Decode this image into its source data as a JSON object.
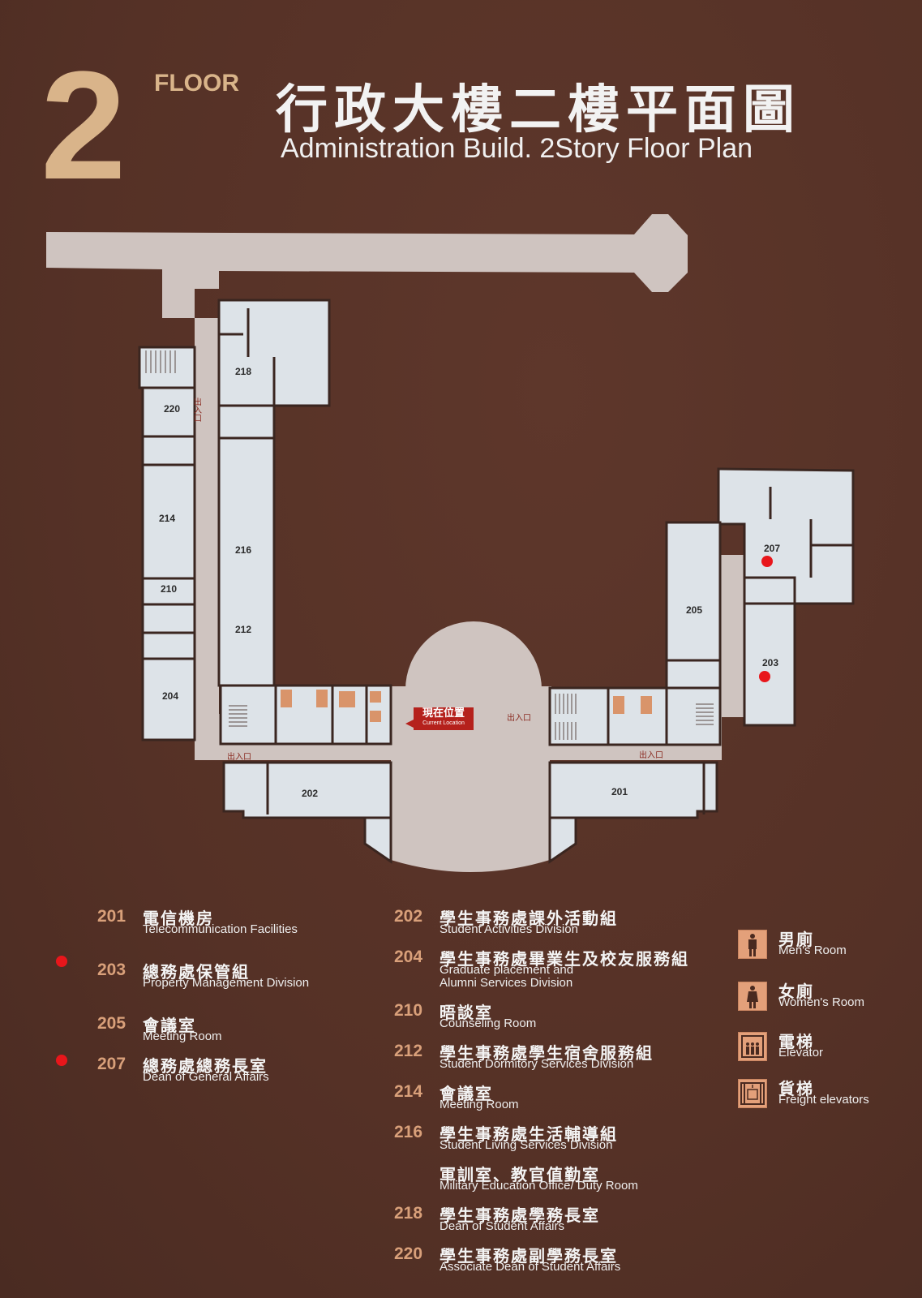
{
  "header": {
    "floor_number": "2",
    "floor_label": "FLOOR",
    "title_zh": "行政大樓二樓平面圖",
    "title_en": "Administration Build. 2Story Floor Plan"
  },
  "map": {
    "rooms": {
      "r201": "201",
      "r202": "202",
      "r203": "203",
      "r204": "204",
      "r205": "205",
      "r207": "207",
      "r210": "210",
      "r212": "212",
      "r214": "214",
      "r216": "216",
      "r218": "218",
      "r220": "220"
    },
    "exit_label": "出入口",
    "current_location": {
      "zh": "現在位置",
      "en": "Current Location"
    },
    "marked_rooms": [
      "203",
      "207"
    ],
    "colors": {
      "background": "#5a3428",
      "room_fill": "#dde3e8",
      "corridor_fill": "#cfc4c0",
      "wall": "#3a2620",
      "marker_red": "#e8161b",
      "current_location": "#b5211c",
      "accent_tan": "#d9b48a"
    }
  },
  "legend": {
    "left": [
      {
        "num": "201",
        "zh": "電信機房",
        "en": "Telecommunication Facilities",
        "marked": false
      },
      {
        "num": "203",
        "zh": "總務處保管組",
        "en": "Property Management Division",
        "marked": true
      },
      {
        "num": "205",
        "zh": "會議室",
        "en": "Meeting Room",
        "marked": false
      },
      {
        "num": "207",
        "zh": "總務處總務長室",
        "en": "Dean of General Affairs",
        "marked": true
      }
    ],
    "middle": [
      {
        "num": "202",
        "zh": "學生事務處課外活動組",
        "en": "Student Activities Division"
      },
      {
        "num": "204",
        "zh": "學生事務處畢業生及校友服務組",
        "en": "Graduate placement and",
        "en2": "Alumni Services Division"
      },
      {
        "num": "210",
        "zh": "晤談室",
        "en": "Counseling Room"
      },
      {
        "num": "212",
        "zh": "學生事務處學生宿舍服務組",
        "en": "Student Dormitory Services Division"
      },
      {
        "num": "214",
        "zh": "會議室",
        "en": "Meeting Room"
      },
      {
        "num": "216",
        "zh": "學生事務處生活輔導組",
        "en": "Student Living Services Division"
      },
      {
        "num": "",
        "zh": "軍訓室、教官值勤室",
        "en": "Military Education Office/ Duty Room"
      },
      {
        "num": "218",
        "zh": "學生事務處學務長室",
        "en": "Dean of Student Affairs"
      },
      {
        "num": "220",
        "zh": "學生事務處副學務長室",
        "en": "Associate Dean of Student Affairs"
      }
    ],
    "symbols": [
      {
        "icon": "mens-room-icon",
        "zh": "男廁",
        "en": "Men's Room"
      },
      {
        "icon": "womens-room-icon",
        "zh": "女廁",
        "en": "Women's Room"
      },
      {
        "icon": "elevator-icon",
        "zh": "電梯",
        "en": "Elevator"
      },
      {
        "icon": "freight-elevator-icon",
        "zh": "貨梯",
        "en": "Freight elevators"
      }
    ]
  }
}
